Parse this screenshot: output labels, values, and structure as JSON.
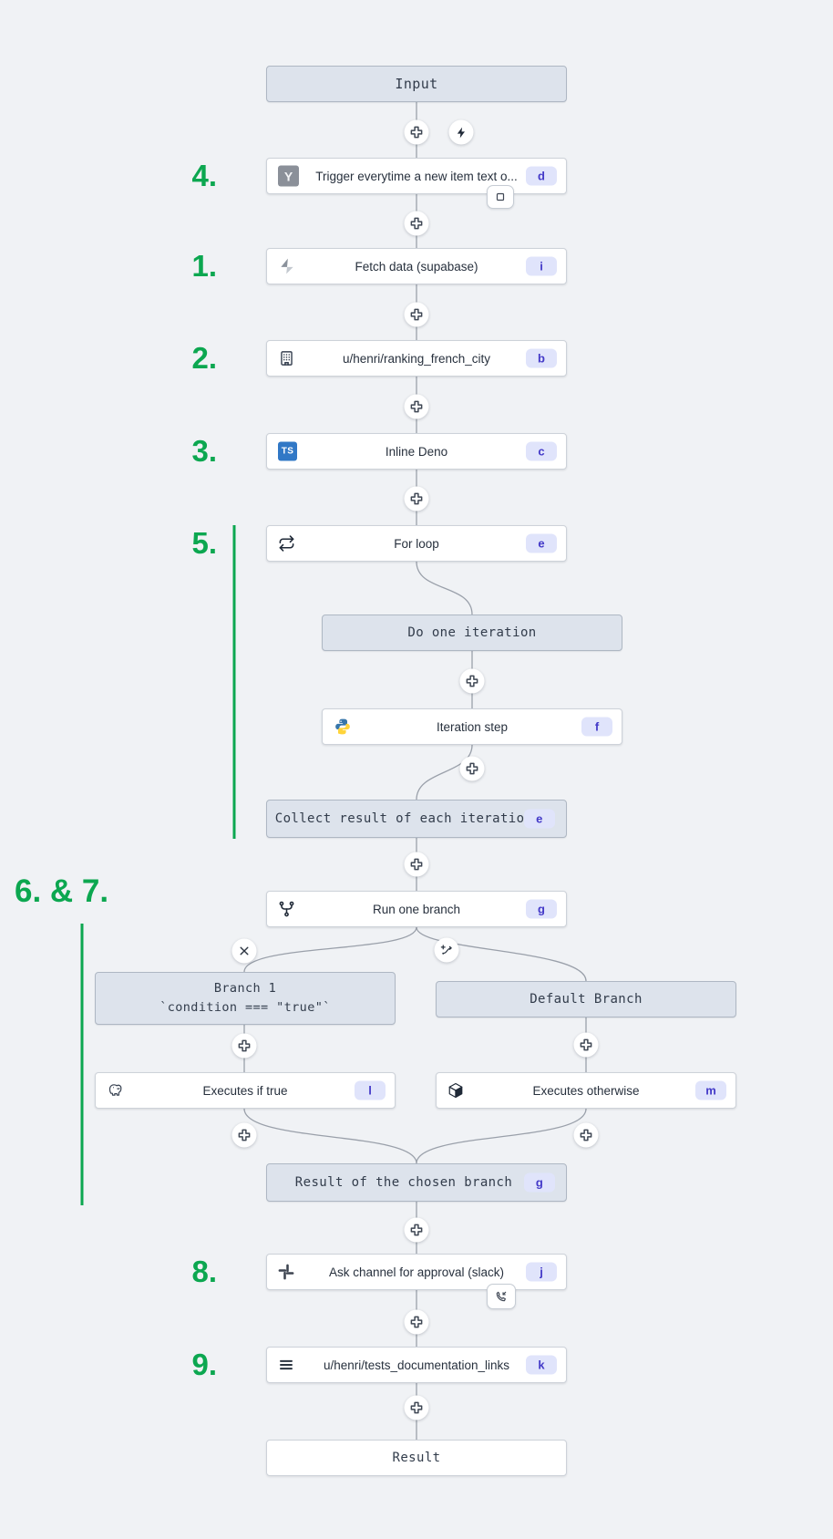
{
  "nodes": {
    "input": {
      "label": "Input"
    },
    "trigger": {
      "label": "Trigger everytime a new item text o...",
      "badge": "d"
    },
    "fetch": {
      "label": "Fetch data (supabase)",
      "badge": "i"
    },
    "ranking": {
      "label": "u/henri/ranking_french_city",
      "badge": "b"
    },
    "deno": {
      "label": "Inline Deno",
      "badge": "c"
    },
    "forloop": {
      "label": "For loop",
      "badge": "e"
    },
    "do_iteration": {
      "label": "Do one iteration"
    },
    "iteration_step": {
      "label": "Iteration step",
      "badge": "f"
    },
    "collect": {
      "label": "Collect result of each iteration",
      "badge": "e"
    },
    "run_branch": {
      "label": "Run one branch",
      "badge": "g"
    },
    "branch1": {
      "title": "Branch 1",
      "condition": "`condition === \"true\"`"
    },
    "default_branch": {
      "label": "Default Branch"
    },
    "exec_true": {
      "label": "Executes if true",
      "badge": "l"
    },
    "exec_otherwise": {
      "label": "Executes otherwise",
      "badge": "m"
    },
    "result_branch": {
      "label": "Result of the chosen branch",
      "badge": "g"
    },
    "ask_approval": {
      "label": "Ask channel for approval (slack)",
      "badge": "j"
    },
    "docs": {
      "label": "u/henri/tests_documentation_links",
      "badge": "k"
    },
    "result": {
      "label": "Result"
    }
  },
  "annotations": {
    "step4": "4.",
    "step1": "1.",
    "step2": "2.",
    "step3": "3.",
    "step5": "5.",
    "step67": "6. & 7.",
    "step8": "8.",
    "step9": "9."
  },
  "glyphs": {
    "trigger_letter": "Y",
    "typescript_label": "TS"
  },
  "icons": {
    "top_action": "lightning-bolt",
    "connector_buttons": "plus",
    "trigger": "hacker-news-y",
    "trigger_action": "square-outline",
    "fetch": "supabase-bolt",
    "ranking": "building",
    "deno": "typescript-square",
    "forloop": "repeat-arrows",
    "iteration_step": "python-logo",
    "run_branch": "fork",
    "branch_close": "close-x",
    "branch_add": "add-branch",
    "exec_true": "postgresql-elephant",
    "exec_otherwise": "cube",
    "ask_approval": "slack-pinwheel",
    "ask_action": "phone-callback",
    "docs": "menu-lines"
  },
  "colors": {
    "background": "#f0f2f5",
    "annotation_green": "#0ca750",
    "badge_bg": "#e0e4fb",
    "badge_text": "#4339c8",
    "virtual_box_fill": "#dde3ec",
    "node_fill": "#ffffff",
    "wire": "#9aa0aa"
  }
}
